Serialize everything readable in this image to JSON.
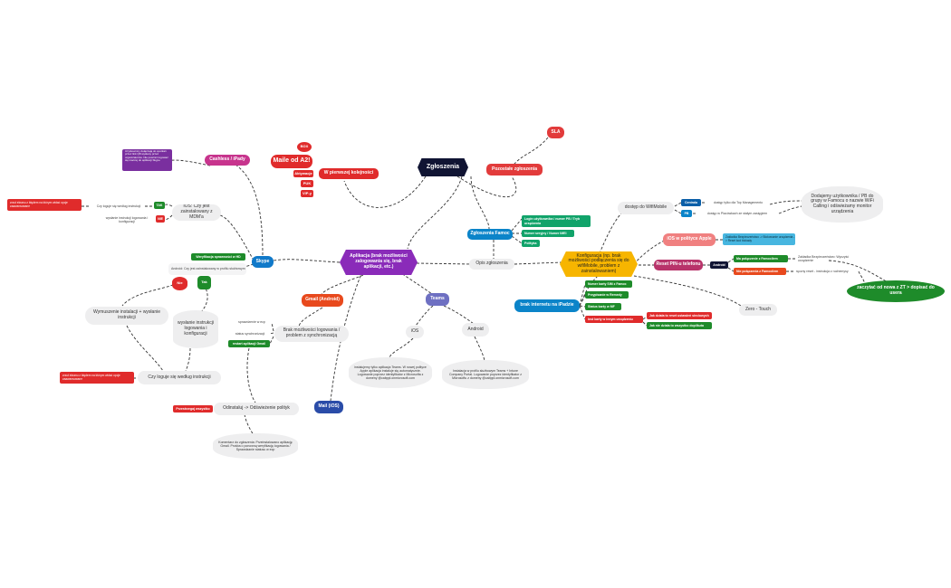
{
  "root": {
    "label": "Zgłoszenia",
    "color": "#101433"
  },
  "pozostale": {
    "label": "Pozostałe zgłoszenia",
    "color": "#e23b3b"
  },
  "sla": {
    "label": "SLA",
    "color": "#e23b3b"
  },
  "pierwsza": {
    "label": "W pierwszej kolejności",
    "color": "#e02b2b"
  },
  "maile": {
    "label": "Maile od A2!",
    "color": "#e02b2b"
  },
  "maile_badge": {
    "label": "BOX"
  },
  "aktywacje": {
    "label": "Aktywacje"
  },
  "puk": {
    "label": "PUK"
  },
  "vip": {
    "label": "VIP-y"
  },
  "famoc": {
    "label": "Zgłoszenia Famoc",
    "color": "#0b84c9"
  },
  "famoc_items": [
    "Login użytkownika / numer PB / Tryb urządzenia",
    "Numer seryjny / Numer IMEI",
    "Polityka"
  ],
  "aplikacja": {
    "label": "Aplikacja (brak możliwości zalogowania się, brak aplikacji, etc.)",
    "color": "#8a2bb9"
  },
  "opis": {
    "label": "Opis zgłoszenia"
  },
  "konfiguracja": {
    "label": "Konfiguracja (np. brak możliwości podłączenia się do wifiMobile, problem z zainstalowaniem)",
    "color": "#f7b500"
  },
  "skype": {
    "label": "Skype",
    "color": "#1079c9"
  },
  "cashless": {
    "label": "Cashless / iPady",
    "color": "#c7348d"
  },
  "cashless_note": {
    "label": "Użytkownicy dołączają do spotkań przez link Q8 wysłany przez organizatorów. Nie powinni logować się inaczej do aplikacji Skype"
  },
  "ios_mdm": {
    "label": "iOS: Czy jest zainstalowany z MDM'a"
  },
  "tak1": {
    "label": "TAK"
  },
  "nie1": {
    "label": "NIE"
  },
  "czy_loguje_small": {
    "label": "Czy loguje się według instrukcji"
  },
  "wyslanie_small": {
    "label": "wysłanie instrukcji logowania i konfiguracji"
  },
  "red_note1": {
    "label": "zrzut ekranu z błędem na którym widać opcje zaawansowane"
  },
  "weryfikacja": {
    "label": "Weryfikacja sprawności w HD"
  },
  "android_profil": {
    "label": "Android: Czy jest zainstalowany w profilu służbowym"
  },
  "nie2": {
    "label": "Nie"
  },
  "tak2": {
    "label": "Tak"
  },
  "wymuszenie": {
    "label": "Wymuszenie instalacji + wysłanie instrukcji"
  },
  "wyslanie_big": {
    "label": "wysłanie instrukcji logowania i konfiguracji"
  },
  "czy_loguje_big": {
    "label": "Czy loguje się według instrukcji"
  },
  "red_note2": {
    "label": "zrzut ekranu z błędem na którym widać opcje zaawansowane"
  },
  "gmail": {
    "label": "Gmail (Android)",
    "color": "#e8491d"
  },
  "brak_logowania": {
    "label": "Brak możliwości logowania / problem z synchronizacją"
  },
  "sprawdzenie": {
    "label": "sprawdzenie w ecp"
  },
  "status_sync": {
    "label": "status synchronizacji"
  },
  "restart": {
    "label": "restart aplikacji Gmail"
  },
  "odinstaluj": {
    "label": "Odinstaluj -> Odświeżenie polityk"
  },
  "przestrzeganie": {
    "label": "Przestrzegaj wszystko"
  },
  "komentarz": {
    "label": "Komentarz do zgłoszenia: Przeinstalowano aplikację Gmail. Prośba o ponowną weryfikację logowania / Sprawdzanie statusu w ecp"
  },
  "mail_ios": {
    "label": "Mail (iOS)",
    "color": "#2a4ca8"
  },
  "teams": {
    "label": "Teams",
    "color": "#6e70c2"
  },
  "ios": {
    "label": "iOS"
  },
  "android": {
    "label": "Android"
  },
  "ios_note": {
    "label": "instalujemy tylko aplikacja Teams. W nowej polityce Apple aplikacja instaluje się automatycznie. Logowanie poprzez identyfikator z Microsofta z domeny @cabppl.onmicrosoft.com"
  },
  "android_note": {
    "label": "Instalacja w profilu służbowym Teams + Intune Company Portal. Logowanie poprzez identyfikator z Microsoftu z domeny @cabppl.onmicrosoft.com"
  },
  "wifimobile": {
    "label": "dostęp do WifiMobile"
  },
  "centrala": {
    "label": "Centrala"
  },
  "pb": {
    "label": "PB"
  },
  "centrala_note": {
    "label": "dostęp tylko dla Top Managemento"
  },
  "pb_note": {
    "label": "dostęp w Placówkach ze stałym zasięgiem"
  },
  "dodajemy": {
    "label": "Dodajemy użytkownika / PB do grupy w Famocu o nazwie WiFi Calling i odświeżamy monitor urządzenia"
  },
  "ios_polityce": {
    "label": "iOS w polityce Apple"
  },
  "ios_polityce_note": {
    "label": "Zakładka Bezpieczeństwo -> Blokowanie urządzenia -> Reset kod blokady"
  },
  "reset_pin": {
    "label": "Reset PIN-u telefonu"
  },
  "android_badge": {
    "label": "Android"
  },
  "ma_polaczenie": {
    "label": "Ma połączenie z Famocilem"
  },
  "nie_ma_polaczenia": {
    "label": "Nie połączenia z Famocilem"
  },
  "ma_polaczenie_note": {
    "label": "Zakładka Bezpieczeństwo: Wyczyść urządzenie"
  },
  "reczny": {
    "label": "ręczny reset - instrukcja z ruchemysy"
  },
  "zaczytac": {
    "label": "zaczytać od nowa z ZT > dopisać do usera",
    "color": "#1e8b2a"
  },
  "brak_internetu": {
    "label": "brak internetu na iPadzie",
    "color": "#0b84c9"
  },
  "internet_items": [
    "Numer karty SIM z Famoc",
    "Przypisanie w Remedy",
    "Status karty w MF",
    "Inst karty w innym urządzeniu"
  ],
  "jak_dziala": {
    "label": "Jak działa to reset ustawień sieciowych"
  },
  "jak_nie": {
    "label": "Jak nie działa to wszystko dopilkuta"
  },
  "zero_touch": {
    "label": "Zero - Touch"
  }
}
